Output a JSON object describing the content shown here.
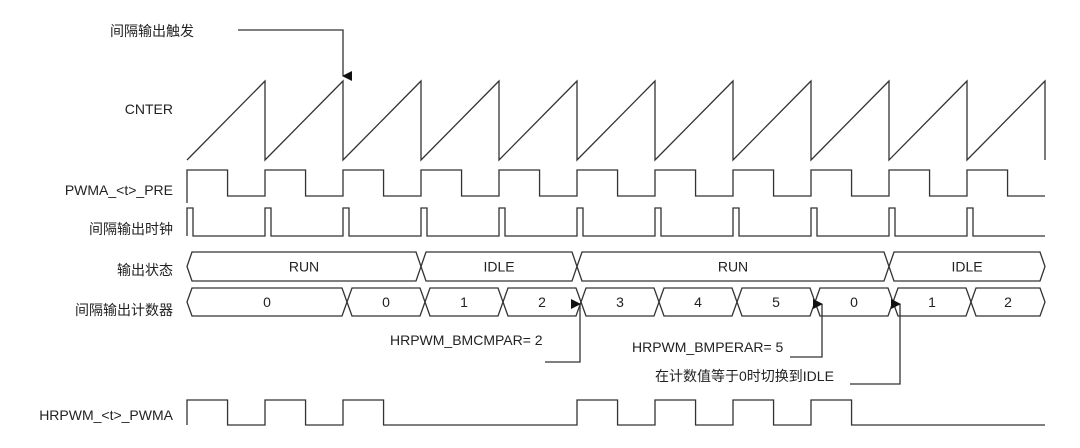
{
  "title_annotation": "间隔输出触发",
  "signals": {
    "cnter": "CNTER",
    "pwm_pre": "PWMA_<t>_PRE",
    "clock": "间隔输出时钟",
    "state": "输出状态",
    "counter": "间隔输出计数器",
    "output": "HRPWM_<t>_PWMA"
  },
  "periods": 11,
  "state_segments": [
    {
      "label": "RUN",
      "periods": 3
    },
    {
      "label": "IDLE",
      "periods": 2
    },
    {
      "label": "RUN",
      "periods": 4
    },
    {
      "label": "IDLE",
      "periods": 2
    }
  ],
  "counter_segments": [
    {
      "label": "0",
      "periods": 2
    },
    {
      "label": "0",
      "periods": 1
    },
    {
      "label": "1",
      "periods": 1
    },
    {
      "label": "2",
      "periods": 1
    },
    {
      "label": "3",
      "periods": 1
    },
    {
      "label": "4",
      "periods": 1
    },
    {
      "label": "5",
      "periods": 1
    },
    {
      "label": "0",
      "periods": 1
    },
    {
      "label": "1",
      "periods": 1
    },
    {
      "label": "2",
      "periods": 1
    }
  ],
  "output_active_periods": [
    0,
    1,
    2,
    5,
    6,
    7,
    8
  ],
  "annotations": {
    "bmcmpar": "HRPWM_BMCMPAR= 2",
    "bmperar": "HRPWM_BMPERAR= 5",
    "switch_idle": "在计数值等于0时切换到IDLE"
  }
}
